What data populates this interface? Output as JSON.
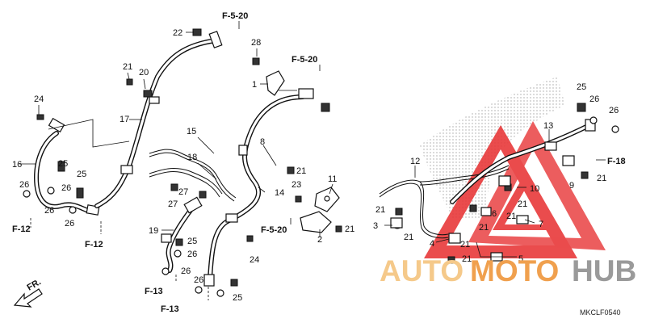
{
  "diagram": {
    "catalog_code": "MKCLF0540",
    "front_arrow_label": "FR.",
    "reference_labels": [
      "F-5-20",
      "F-5-20",
      "F-5-20",
      "F-12",
      "F-12",
      "F-13",
      "F-13",
      "F-18"
    ],
    "part_numbers": [
      "1",
      "2",
      "3",
      "4",
      "5",
      "6",
      "7",
      "8",
      "9",
      "10",
      "11",
      "12",
      "13",
      "14",
      "15",
      "16",
      "17",
      "18",
      "19",
      "20",
      "21",
      "22",
      "23",
      "24",
      "25",
      "26",
      "27",
      "28"
    ],
    "callout_labels": [
      "22",
      "28",
      "1",
      "21",
      "20",
      "24",
      "17",
      "15",
      "18",
      "16",
      "25",
      "25",
      "26",
      "26",
      "26",
      "26",
      "27",
      "27",
      "8",
      "21",
      "14",
      "19",
      "25",
      "26",
      "26",
      "26",
      "25",
      "24",
      "23",
      "11",
      "21",
      "12",
      "21",
      "3",
      "21",
      "2",
      "21",
      "13",
      "25",
      "26",
      "26",
      "9",
      "21",
      "10",
      "21",
      "6",
      "21",
      "7",
      "4",
      "21",
      "21",
      "5"
    ],
    "watermark": {
      "part1": "AUTO",
      "part2": "MOTO",
      "part3": "HUB",
      "color_light": "#f5c98a",
      "color_orange": "#f0a04e",
      "color_gray": "#9a9a9a",
      "color_red": "#e8393a"
    }
  }
}
